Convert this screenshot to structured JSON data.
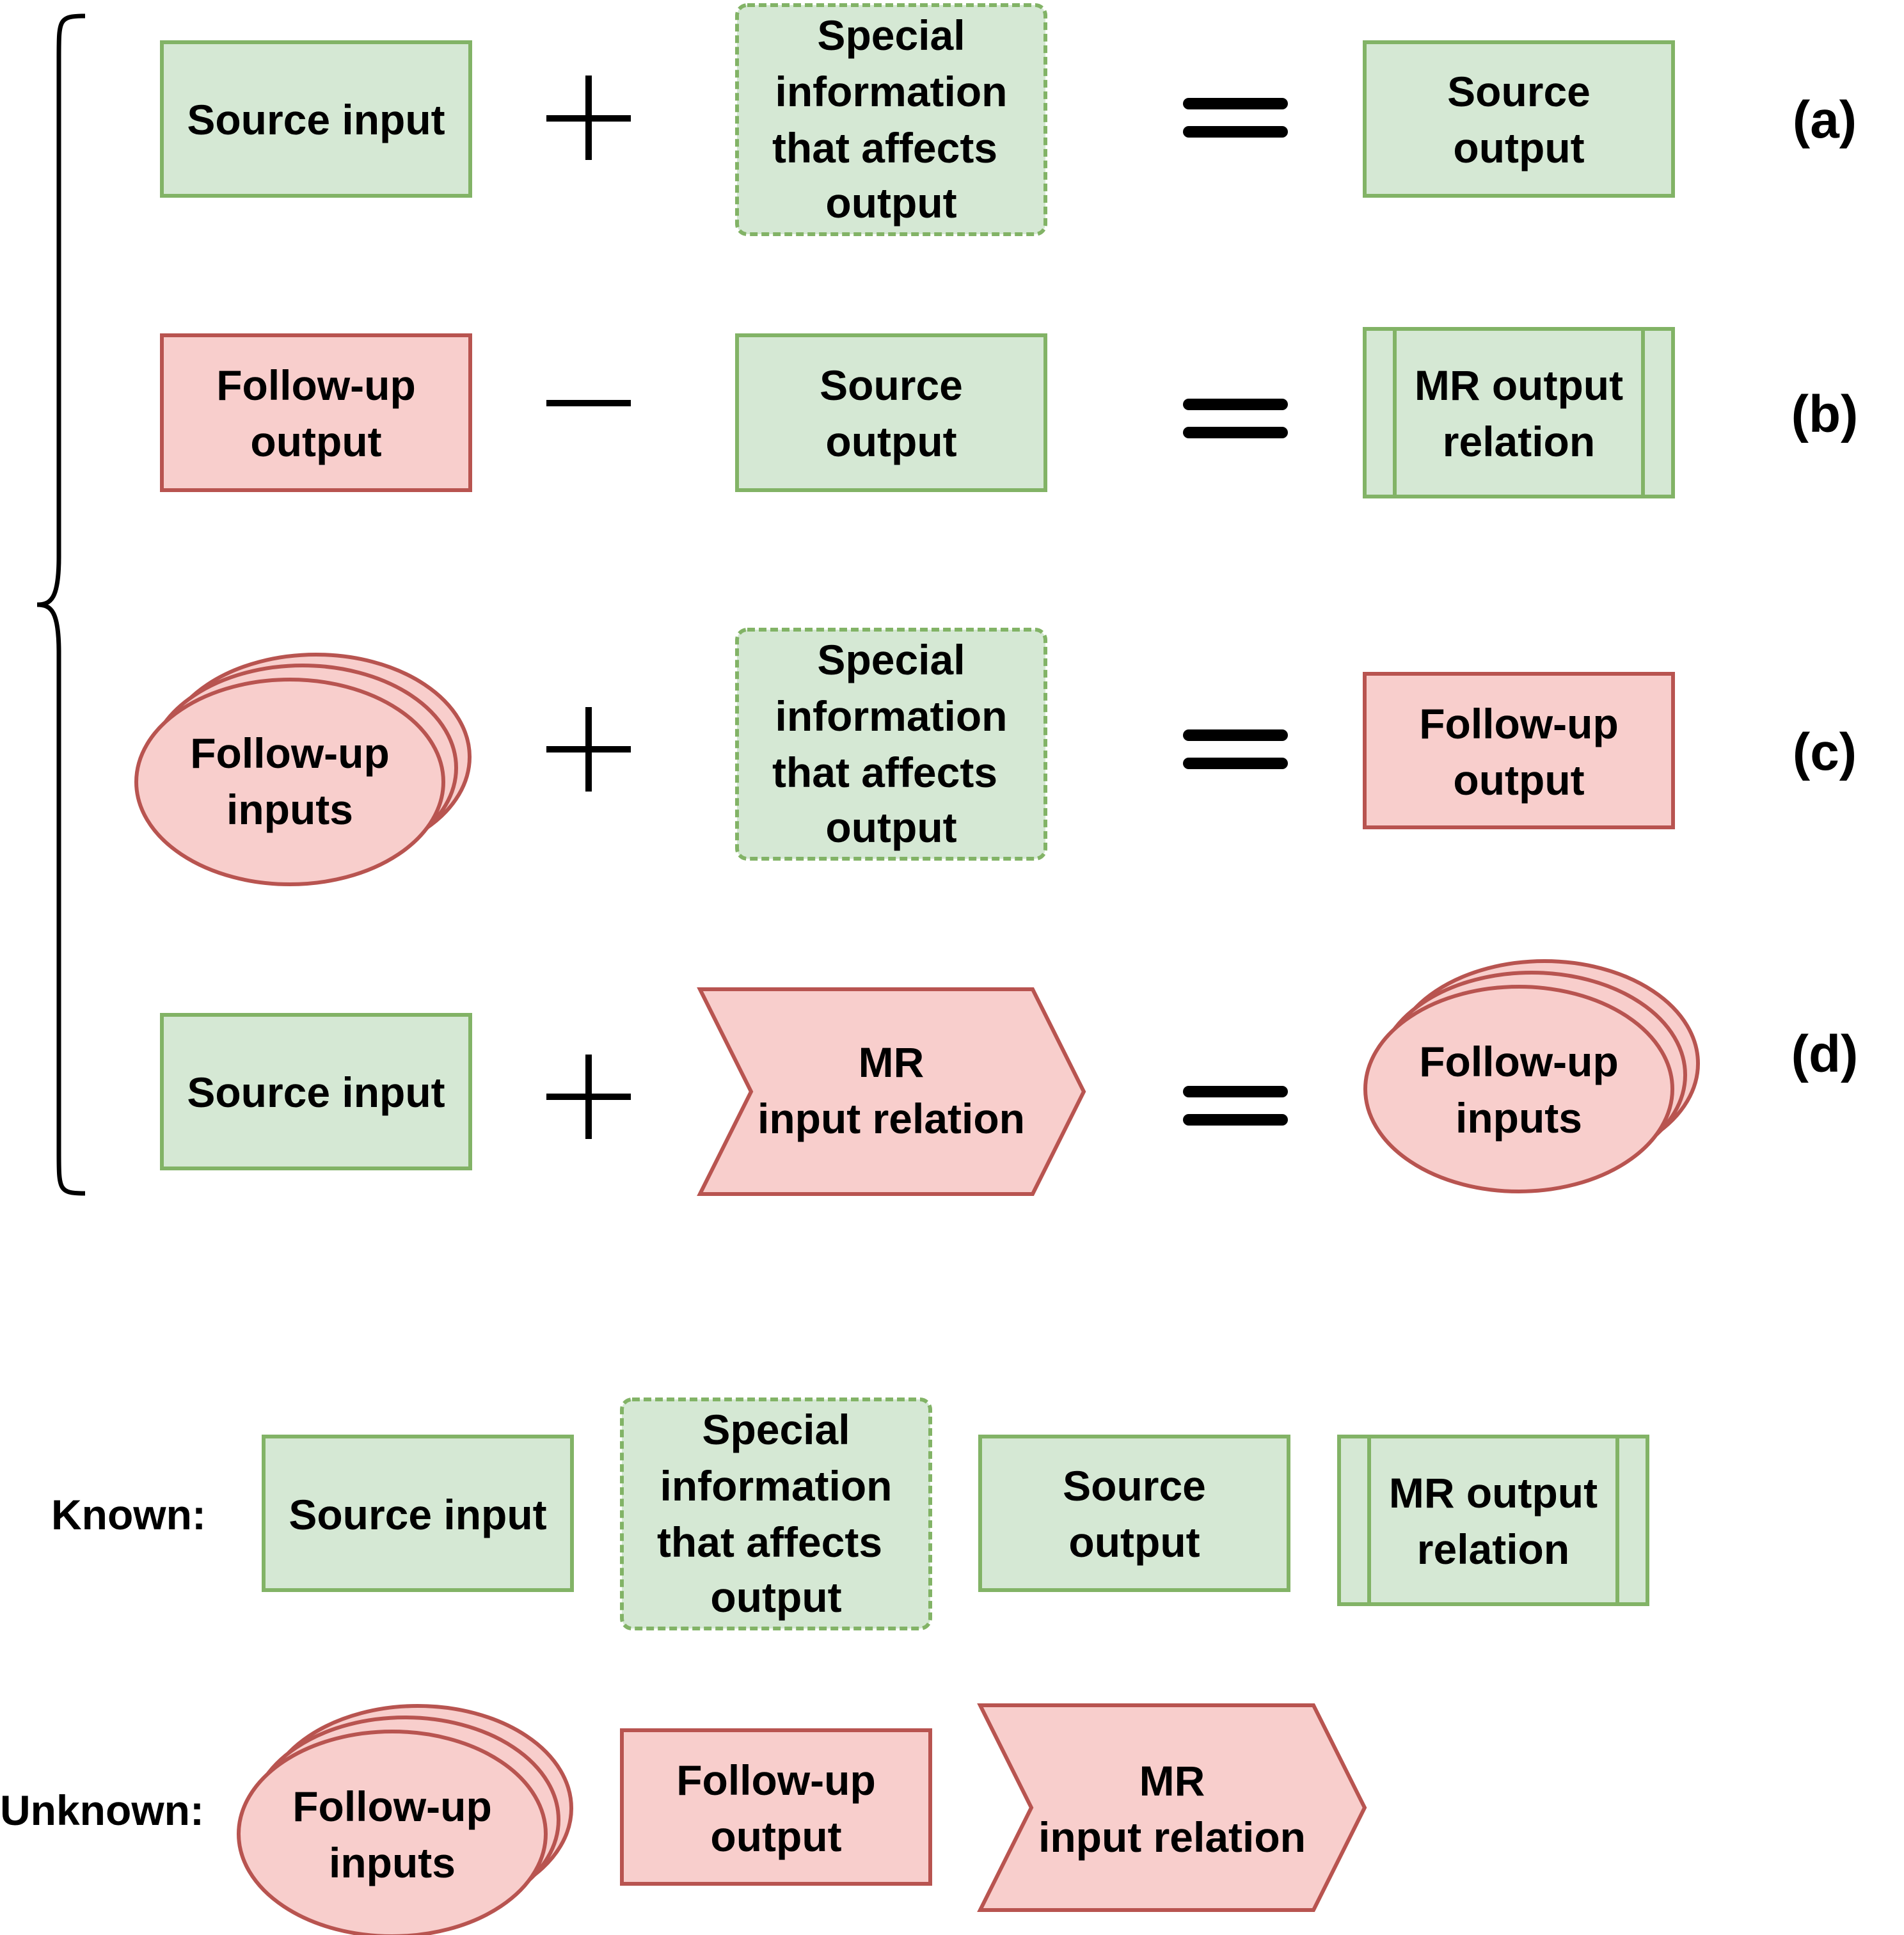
{
  "colors": {
    "known_fill": "#d5e8d4",
    "known_stroke": "#82b366",
    "unknown_fill": "#f8cecc",
    "unknown_stroke": "#b85450",
    "ink": "#000000"
  },
  "rows": {
    "a": {
      "label": "(a)",
      "first": [
        "Source input"
      ],
      "operator": "plus",
      "second": [
        "Special",
        "information",
        "that affects",
        "output"
      ],
      "result": [
        "Source",
        "output"
      ]
    },
    "b": {
      "label": "(b)",
      "first": [
        "Follow-up",
        "output"
      ],
      "operator": "minus",
      "second": [
        "Source",
        "output"
      ],
      "result": [
        "MR output",
        "relation"
      ]
    },
    "c": {
      "label": "(c)",
      "first": [
        "Follow-up",
        "inputs"
      ],
      "operator": "plus",
      "second": [
        "Special",
        "information",
        "that affects",
        "output"
      ],
      "result": [
        "Follow-up",
        "output"
      ]
    },
    "d": {
      "label": "(d)",
      "first": [
        "Source input"
      ],
      "operator": "plus",
      "second": [
        "MR",
        "input relation"
      ],
      "result": [
        "Follow-up",
        "inputs"
      ]
    }
  },
  "legend": {
    "known_label": "Known:",
    "unknown_label": "Unknown:",
    "known_items": [
      [
        "Source input"
      ],
      [
        "Special",
        "information",
        "that affects",
        "output"
      ],
      [
        "Source",
        "output"
      ],
      [
        "MR output",
        "relation"
      ]
    ],
    "unknown_items": [
      [
        "Follow-up",
        "inputs"
      ],
      [
        "Follow-up",
        "output"
      ],
      [
        "MR",
        "input relation"
      ]
    ]
  }
}
